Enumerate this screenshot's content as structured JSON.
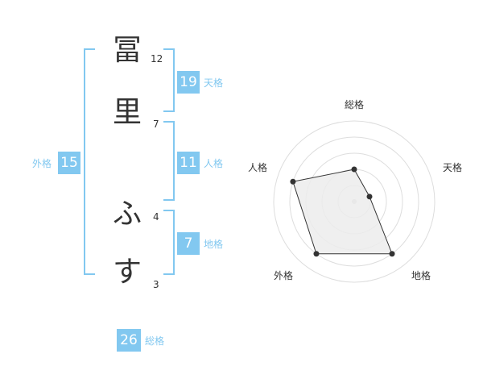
{
  "name_chars": [
    {
      "char": "冨",
      "strokes": "12"
    },
    {
      "char": "里",
      "strokes": "7"
    },
    {
      "char": "ふ",
      "strokes": "4"
    },
    {
      "char": "す",
      "strokes": "3"
    }
  ],
  "fortunes": {
    "tenkaku": {
      "value": "19",
      "label": "天格"
    },
    "jinkaku": {
      "value": "11",
      "label": "人格"
    },
    "chikaku": {
      "value": "7",
      "label": "地格"
    },
    "gaikaku": {
      "value": "15",
      "label": "外格"
    },
    "soukaku": {
      "value": "26",
      "label": "総格"
    }
  },
  "colors": {
    "accent": "#82c8f0",
    "text": "#333333",
    "grid": "#dddddd",
    "radar_fill": "#ececec",
    "radar_stroke": "#333333"
  },
  "chart_data": {
    "type": "radar",
    "axes": [
      "総格",
      "天格",
      "地格",
      "外格",
      "人格"
    ],
    "levels": 5,
    "max": 5,
    "values": [
      2,
      1,
      4,
      4,
      4
    ]
  }
}
